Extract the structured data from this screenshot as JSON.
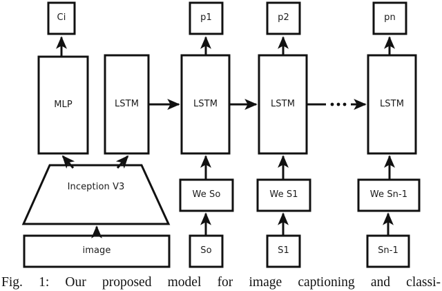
{
  "figure": {
    "caption": "Fig. 1: Our proposed model for image captioning and classi-",
    "colors": {
      "stroke": "#111111",
      "fill": "#ffffff",
      "text": "#1a1a1a",
      "background": "#ffffff"
    }
  },
  "nodes": {
    "classification_output": {
      "label": "Ci",
      "shape": "rect"
    },
    "mlp": {
      "label": "MLP",
      "shape": "rect"
    },
    "encoder_lstm": {
      "label": "LSTM",
      "shape": "rect"
    },
    "lstm_step_1": {
      "label": "LSTM",
      "shape": "rect"
    },
    "lstm_step_2": {
      "label": "LSTM",
      "shape": "rect"
    },
    "lstm_step_n": {
      "label": "LSTM",
      "shape": "rect"
    },
    "prediction_1": {
      "label": "p1",
      "shape": "rect"
    },
    "prediction_2": {
      "label": "p2",
      "shape": "rect"
    },
    "prediction_n": {
      "label": "pn",
      "shape": "rect"
    },
    "cnn_encoder": {
      "label": "Inception V3",
      "shape": "trapezoid"
    },
    "image_input": {
      "label": "image",
      "shape": "rect"
    },
    "embedding_0": {
      "label": "We So",
      "shape": "rect"
    },
    "embedding_1": {
      "label": "We S1",
      "shape": "rect"
    },
    "embedding_n": {
      "label": "We Sn-1",
      "shape": "rect"
    },
    "word_0": {
      "label": "So",
      "shape": "rect"
    },
    "word_1": {
      "label": "S1",
      "shape": "rect"
    },
    "word_n": {
      "label": "Sn-1",
      "shape": "rect"
    },
    "sequence_ellipsis": {
      "label": "...",
      "shape": "dots"
    }
  }
}
